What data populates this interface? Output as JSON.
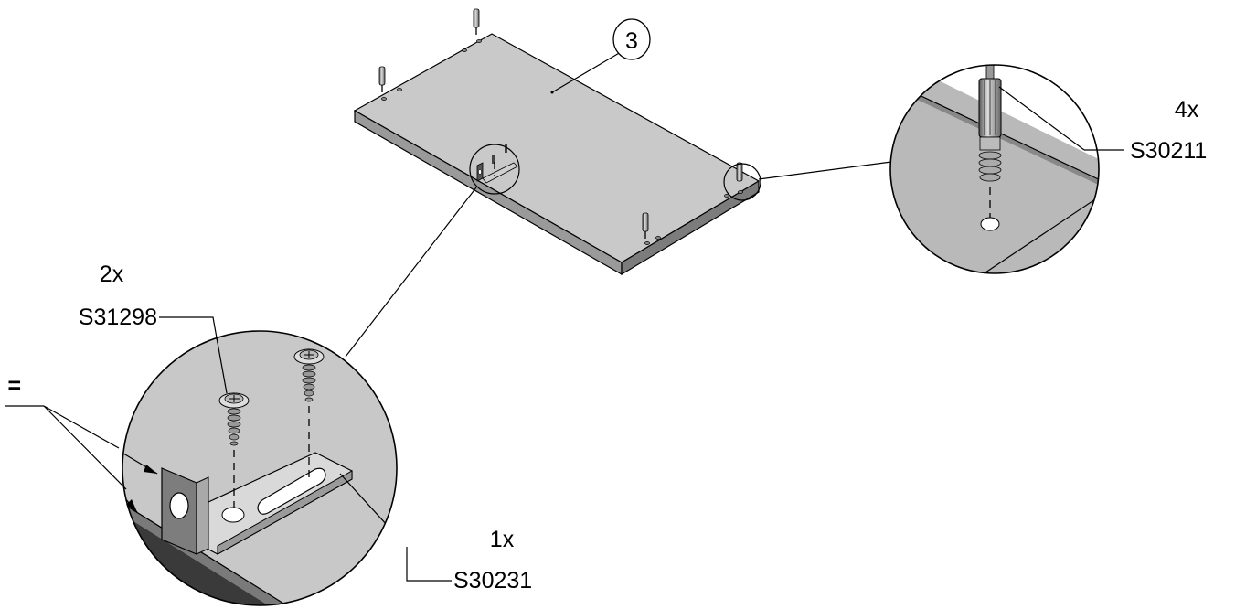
{
  "diagram": {
    "panel_label": "3",
    "flag_symbol": "=",
    "callouts": {
      "cam_pin": {
        "qty": "4x",
        "part": "S30211"
      },
      "screw": {
        "qty": "2x",
        "part": "S31298"
      },
      "bracket": {
        "qty": "1x",
        "part": "S30231"
      }
    }
  }
}
